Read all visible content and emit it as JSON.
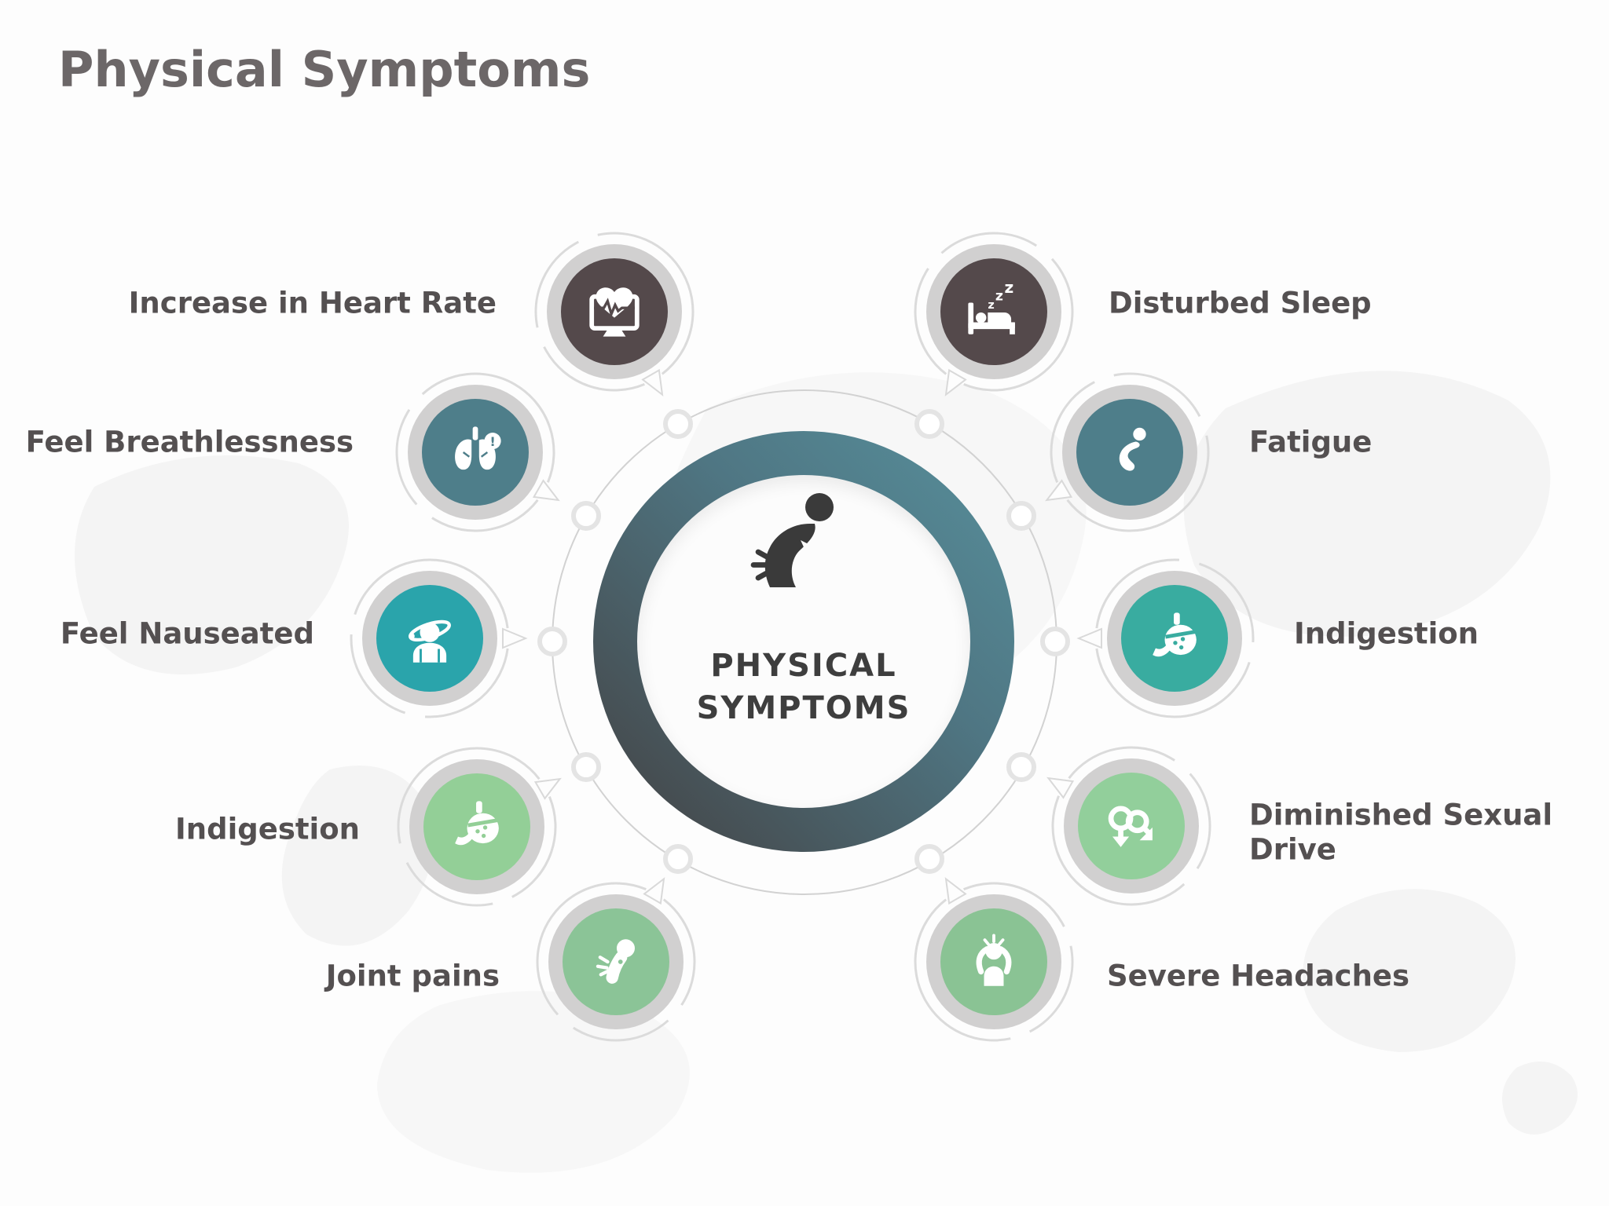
{
  "title": "Physical Symptoms",
  "center": {
    "line1": "PHYSICAL",
    "line2": "SYMPTOMS",
    "icon": "back-pain-person-icon",
    "ring_gradient_start": "#57909c",
    "ring_gradient_end": "#434041",
    "text_color": "#3e3e3e"
  },
  "satellites": [
    {
      "id": "increase-in-heart-rate",
      "label": "Increase in Heart Rate",
      "icon": "heart-rate-monitor-icon",
      "color": "#54494b",
      "side": "left"
    },
    {
      "id": "disturbed-sleep",
      "label": "Disturbed Sleep",
      "icon": "sleeping-bed-icon",
      "color": "#54494b",
      "side": "right"
    },
    {
      "id": "feel-breathlessness",
      "label": "Feel Breathlessness",
      "icon": "lungs-alert-icon",
      "color": "#4e7e8a",
      "side": "left"
    },
    {
      "id": "fatigue",
      "label": "Fatigue",
      "icon": "fatigued-person-icon",
      "color": "#4e7e8a",
      "side": "right"
    },
    {
      "id": "feel-nauseated",
      "label": "Feel Nauseated",
      "icon": "dizzy-person-icon",
      "color": "#2aa4ab",
      "side": "left"
    },
    {
      "id": "indigestion-right",
      "label": "Indigestion",
      "icon": "stomach-icon",
      "color": "#39aca0",
      "side": "right"
    },
    {
      "id": "indigestion-left",
      "label": "Indigestion",
      "icon": "stomach-icon",
      "color": "#93cf97",
      "side": "left"
    },
    {
      "id": "diminished-sexual-drive",
      "label": "Diminished Sexual Drive",
      "icon": "diminished-libido-icon",
      "color": "#92cf9b",
      "side": "right"
    },
    {
      "id": "joint-pains",
      "label": "Joint pains",
      "icon": "joint-pain-icon",
      "color": "#8bc497",
      "side": "left"
    },
    {
      "id": "severe-headaches",
      "label": "Severe Headaches",
      "icon": "headache-icon",
      "color": "#8ac394",
      "side": "right"
    }
  ],
  "palette": {
    "label_text": "#545051",
    "title_text": "#6c6768",
    "satellite_ring_gray": "#d1d0d0",
    "connector_gray": "#d2d2d2"
  }
}
